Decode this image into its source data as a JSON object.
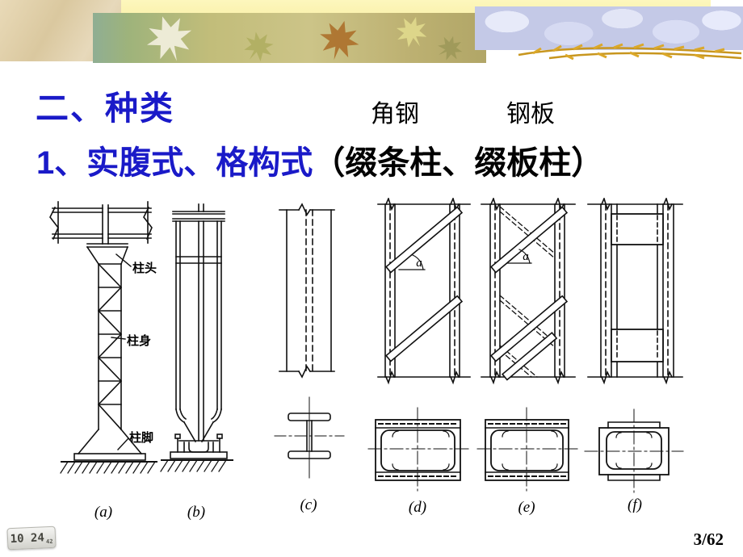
{
  "title": {
    "text": "二、种类"
  },
  "labels_row": {
    "left": "角钢",
    "right": "钢板"
  },
  "subtitle": {
    "numbered": "1、实腹式、格构式",
    "paren": "（缀条柱、缀板柱）"
  },
  "figure": {
    "caption_a": "(a)",
    "caption_b": "(b)",
    "caption_c": "(c)",
    "caption_d": "(d)",
    "caption_e": "(e)",
    "caption_f": "(f)",
    "callout_head": "柱头",
    "callout_shaft": "柱身",
    "callout_base": "柱脚",
    "angle_d": "a",
    "angle_e": "a"
  },
  "footer": {
    "clock_time": "10 24",
    "clock_seconds": "42",
    "page_indicator": "3/62"
  },
  "colors": {
    "heading_blue": "#1a1ac8",
    "body_black": "#000000",
    "line_ink": "#111111"
  }
}
